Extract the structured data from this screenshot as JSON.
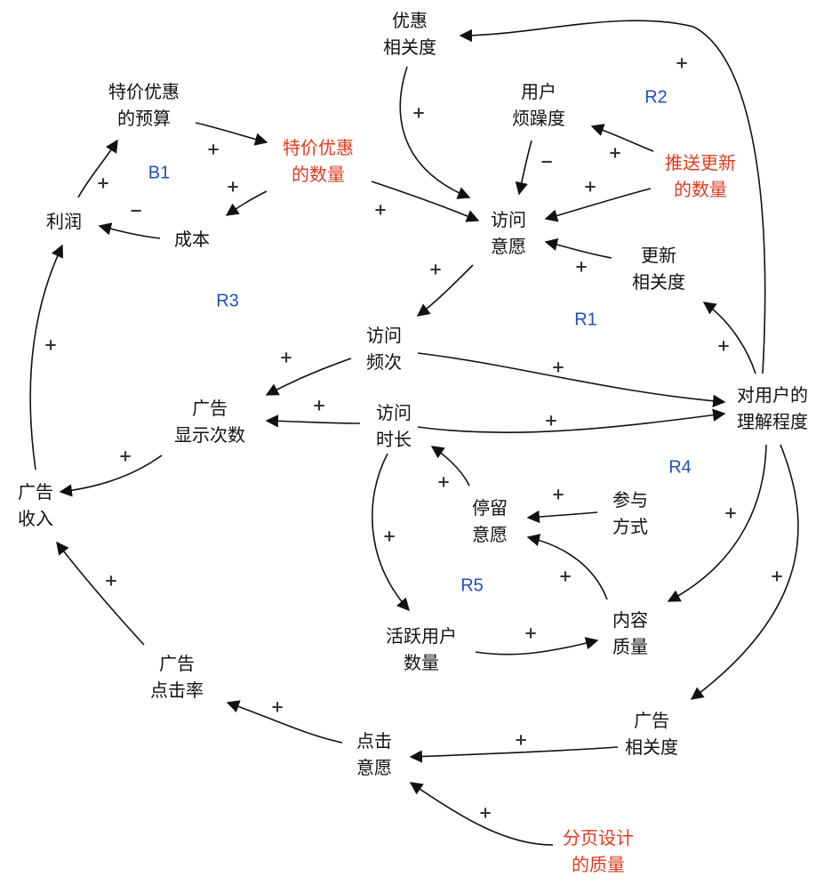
{
  "nodes": {
    "discount_relevance": [
      "优惠",
      "相关度"
    ],
    "special_budget": [
      "特价优惠",
      "的预算"
    ],
    "special_count": [
      "特价优惠",
      "的数量"
    ],
    "profit": [
      "利润"
    ],
    "cost": [
      "成本"
    ],
    "user_annoyance": [
      "用户",
      "烦躁度"
    ],
    "push_count": [
      "推送更新",
      "的数量"
    ],
    "visit_will": [
      "访问",
      "意愿"
    ],
    "update_relevance": [
      "更新",
      "相关度"
    ],
    "visit_freq": [
      "访问",
      "频次"
    ],
    "ad_impressions": [
      "广告",
      "显示次数"
    ],
    "visit_duration": [
      "访问",
      "时长"
    ],
    "user_understanding": [
      "对用户的",
      "理解程度"
    ],
    "ad_revenue": [
      "广告",
      "收入"
    ],
    "stay_will": [
      "停留",
      "意愿"
    ],
    "participation": [
      "参与",
      "方式"
    ],
    "active_users": [
      "活跃用户",
      "数量"
    ],
    "content_quality": [
      "内容",
      "质量"
    ],
    "ad_ctr": [
      "广告",
      "点击率"
    ],
    "ad_relevance": [
      "广告",
      "相关度"
    ],
    "click_will": [
      "点击",
      "意愿"
    ],
    "paging_design": [
      "分页设计",
      "的质量"
    ]
  },
  "loops": {
    "B1": "B1",
    "R1": "R1",
    "R2": "R2",
    "R3": "R3",
    "R4": "R4",
    "R5": "R5"
  },
  "signs": {
    "plus": "+",
    "minus": "−"
  },
  "colors": {
    "red_node": "#e03a1e",
    "loop_label": "#1f4fbf",
    "arrow": "#111111"
  }
}
